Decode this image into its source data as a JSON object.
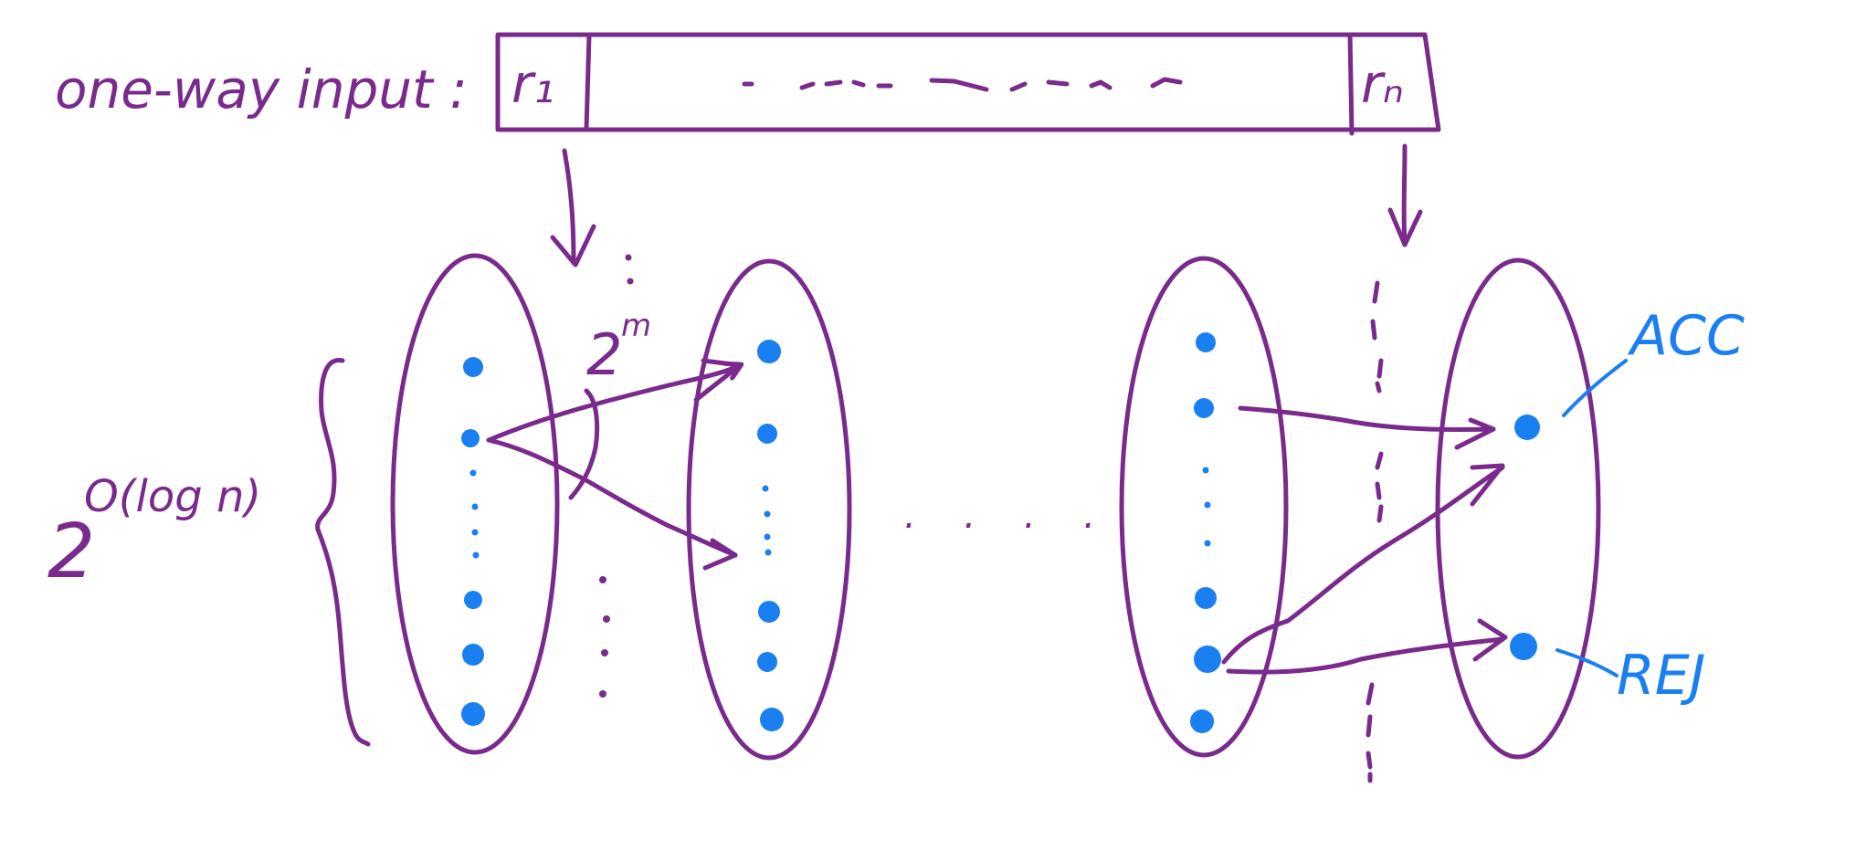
{
  "diagram": {
    "input_label": "one-way input :",
    "first_cell": "r₁",
    "last_cell": "rₙ",
    "layer_size": "2^O(log n)",
    "layer_size_base": "2",
    "layer_size_exponent": "O(log n)",
    "branch_count": "2^m",
    "branch_count_base": "2",
    "branch_count_exponent": "m",
    "accept_label": "ACC",
    "reject_label": "REJ",
    "between_layers": ". . . ."
  },
  "colors": {
    "ink_purple": "#7a2a8c",
    "ink_blue": "#1a7ff0",
    "background": "#ffffff"
  }
}
